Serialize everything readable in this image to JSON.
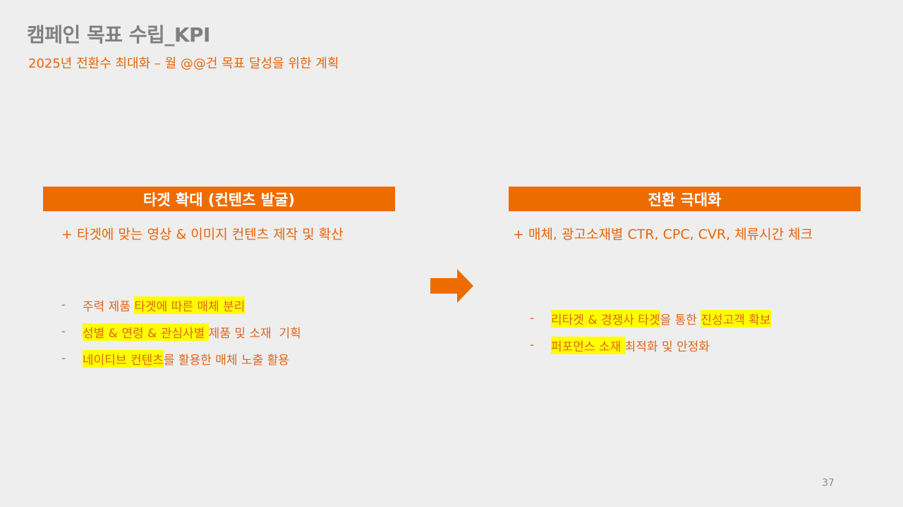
{
  "title": "캠페인 목표 수립_KPI",
  "subtitle": "2025년 전환수 최대화 – 월 @@건 목표 달성을 위한 계획",
  "left": {
    "banner": "타겟 확대 (컨텐츠 발굴)",
    "plus": "+ 타겟에 맞는 영상 & 이미지 컨텐츠 제작 및 확산",
    "bullets": [
      {
        "dash": "-",
        "segments": [
          {
            "text": "주력 제품 ",
            "highlight": false
          },
          {
            "text": "타겟에 따른 매체 분리",
            "highlight": true
          }
        ]
      },
      {
        "dash": "-",
        "segments": [
          {
            "text": "성별 & 연령 & 관심사별 ",
            "highlight": true
          },
          {
            "text": "제품 및 소재  기획",
            "highlight": false
          }
        ]
      },
      {
        "dash": "-",
        "segments": [
          {
            "text": "네이티브 컨텐츠",
            "highlight": true
          },
          {
            "text": "를 활용한 매체 노출 활용",
            "highlight": false
          }
        ]
      }
    ]
  },
  "right": {
    "banner": "전환 극대화",
    "plus": "+ 매체, 광고소재별 CTR, CPC, CVR, 체류시간 체크",
    "bullets": [
      {
        "dash": "-",
        "segments": [
          {
            "text": "리타겟 & 경쟁사 타겟",
            "highlight": true
          },
          {
            "text": "을 통한 ",
            "highlight": false
          },
          {
            "text": "진성고객 확보",
            "highlight": true
          }
        ]
      },
      {
        "dash": "-",
        "segments": [
          {
            "text": "퍼포먼스 소재 ",
            "highlight": true
          },
          {
            "text": "최적화 및 안정화",
            "highlight": false
          }
        ]
      }
    ]
  },
  "page_number": "37",
  "colors": {
    "accent": "#ed6c00",
    "highlight": "#ffff00",
    "title": "#7f7f7f"
  }
}
